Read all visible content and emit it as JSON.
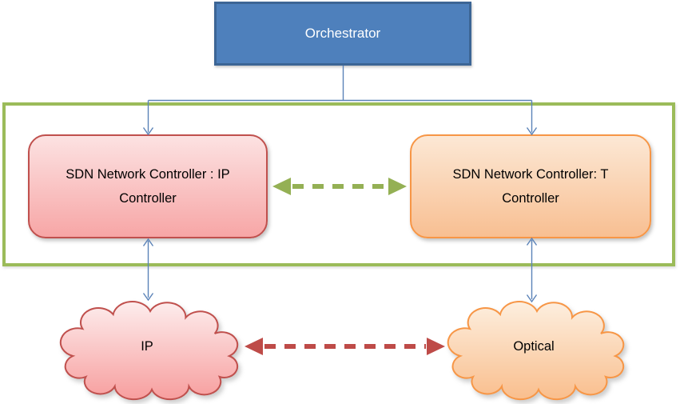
{
  "nodes": {
    "orchestrator": {
      "label": "Orchestrator"
    },
    "ip_controller": {
      "label": "SDN Network Controller : IP Controller"
    },
    "t_controller": {
      "label": "SDN Network Controller: T Controller"
    },
    "ip_cloud": {
      "label": "IP"
    },
    "optical_cloud": {
      "label": "Optical"
    }
  },
  "colors": {
    "orchestrator_fill": "#4E80BC",
    "orchestrator_border": "#3C6595",
    "group_border": "#9BBB59",
    "connector_blue": "#5B83B8",
    "ip_controller_border": "#C0504D",
    "ip_controller_gradient_top": "#FCE2E2",
    "ip_controller_gradient_bottom": "#F7A6A6",
    "t_controller_border": "#F79646",
    "t_controller_gradient_top": "#FCE8D5",
    "t_controller_gradient_bottom": "#F8BF92",
    "ip_cloud_border": "#C0504D",
    "ip_cloud_gradient_top": "#FDEDED",
    "ip_cloud_gradient_bottom": "#F79E9E",
    "optical_cloud_border": "#F79646",
    "optical_cloud_gradient_top": "#FDEFDF",
    "optical_cloud_gradient_bottom": "#F9BE8D",
    "controller_link_arrow": "#94B054",
    "network_link_arrow": "#BE4B48"
  }
}
